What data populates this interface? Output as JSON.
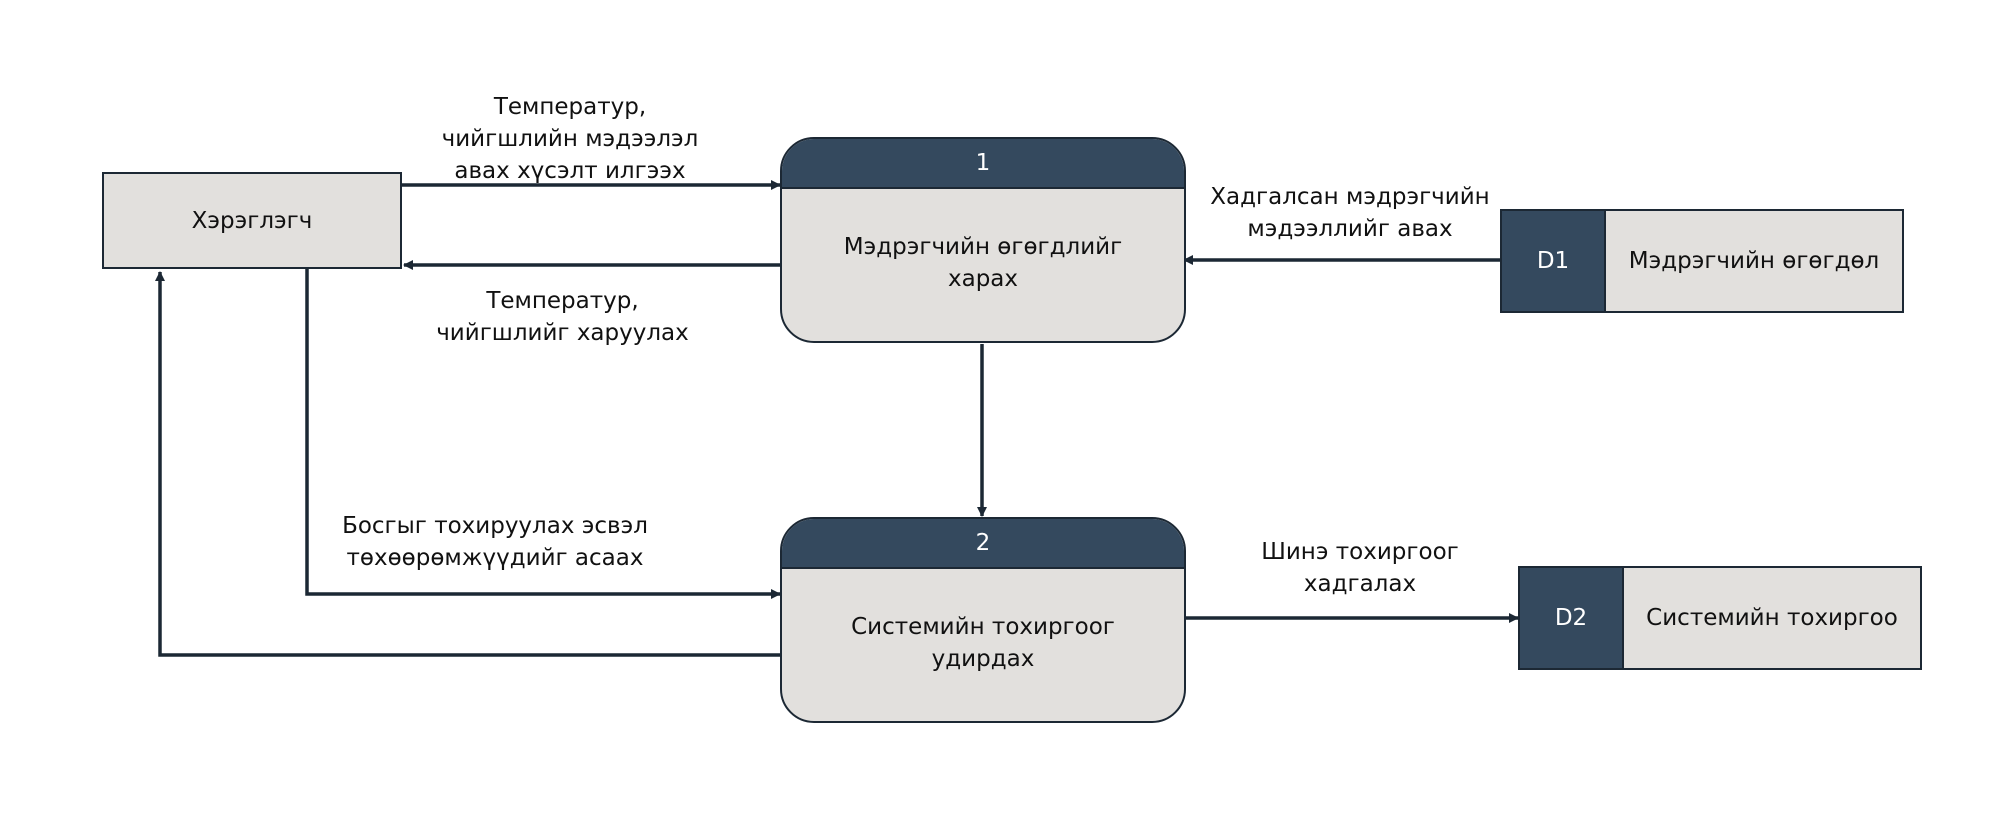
{
  "entity": {
    "label": "Хэрэглэгч"
  },
  "processes": [
    {
      "number": "1",
      "lines": [
        "Мэдрэгчийн өгөгдлийг",
        "харах"
      ]
    },
    {
      "number": "2",
      "lines": [
        "Системийн тохиргоог",
        "удирдах"
      ]
    }
  ],
  "stores": [
    {
      "id": "D1",
      "name": "Мэдрэгчийн өгөгдөл"
    },
    {
      "id": "D2",
      "name": "Системийн тохиргоо"
    }
  ],
  "flows": {
    "request": [
      "Температур,",
      "чийгшлийн мэдээлэл",
      "авах хүсэлт илгээх"
    ],
    "display": [
      "Температур,",
      "чийгшлийг харуулах"
    ],
    "retrieve": [
      "Хадгалсан мэдрэгчийн",
      "мэдээллийг авах"
    ],
    "threshold": [
      "Босгыг тохируулах эсвэл",
      "төхөөрөмжүүдийг асаах"
    ],
    "save": [
      "Шинэ тохиргоог",
      "хадгалах"
    ]
  },
  "colors": {
    "header_fill": "#34495e",
    "box_fill": "#e2e0dd",
    "line": "#1c2834"
  }
}
